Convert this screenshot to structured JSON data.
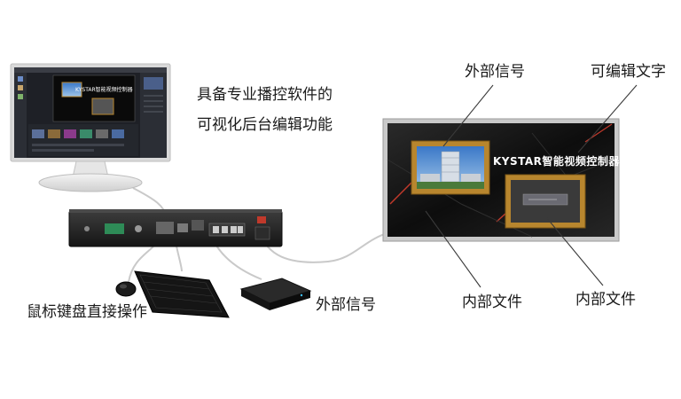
{
  "labels": {
    "software_line1": "具备专业播控软件的",
    "software_line2": "可视化后台编辑功能",
    "keyboard_mouse": "鼠标键盘直接操作",
    "external_signal_device": "外部信号",
    "external_signal_screen": "外部信号",
    "editable_text": "可编辑文字",
    "internal_file_left": "内部文件",
    "internal_file_right": "内部文件"
  },
  "screen": {
    "title": "KYSTAR智能视频控制器"
  },
  "monitor": {
    "mini_title": "KYSTAR智能视频控制器"
  },
  "colors": {
    "frame_gold": "#b8862e",
    "screen_bg": "#141414",
    "accent_red": "#c0392b",
    "cable": "#c8c8c8"
  }
}
